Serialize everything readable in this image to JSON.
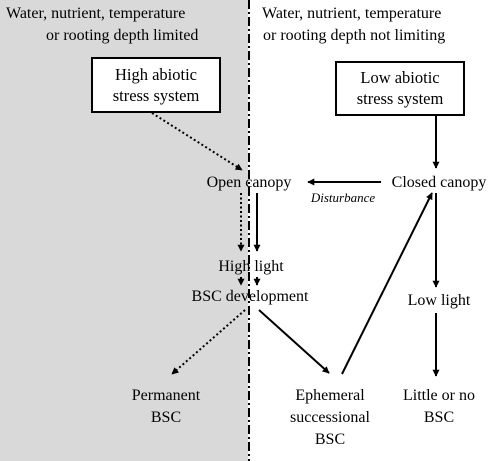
{
  "left_region": {
    "header_line1": "Water, nutrient, temperature",
    "header_line2": "or rooting depth limited"
  },
  "right_region": {
    "header_line1": "Water, nutrient, temperature",
    "header_line2": "or rooting depth not limiting"
  },
  "nodes": {
    "high_stress": {
      "line1": "High abiotic",
      "line2": "stress system"
    },
    "low_stress": {
      "line1": "Low abiotic",
      "line2": "stress system"
    },
    "open_canopy": "Open canopy",
    "closed_canopy": "Closed canopy",
    "disturbance": "Disturbance",
    "high_light": "High light",
    "bsc_development": "BSC development",
    "low_light": "Low light",
    "permanent_bsc": {
      "line1": "Permanent",
      "line2": "BSC"
    },
    "ephemeral_bsc": {
      "line1": "Ephemeral",
      "line2": "successional",
      "line3": "BSC"
    },
    "little_or_no_bsc": {
      "line1": "Little or no",
      "line2": "BSC"
    }
  },
  "colors": {
    "left_background": "#d9d9d9",
    "right_background": "#ffffff",
    "ink": "#000000"
  }
}
